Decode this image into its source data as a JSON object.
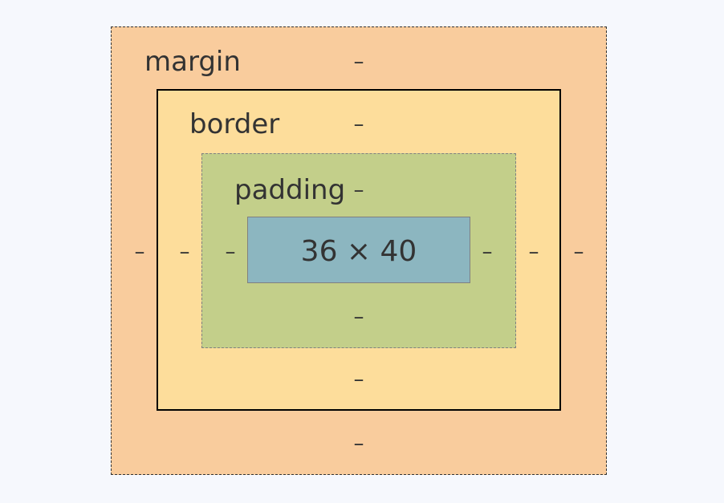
{
  "box_model": {
    "margin": {
      "label": "margin",
      "top": "–",
      "right": "–",
      "bottom": "–",
      "left": "–"
    },
    "border": {
      "label": "border",
      "top": "–",
      "right": "–",
      "bottom": "–",
      "left": "–"
    },
    "padding": {
      "label": "padding",
      "top": "–",
      "right": "–",
      "bottom": "–",
      "left": "–"
    },
    "content": {
      "size": "36 × 40"
    }
  },
  "colors": {
    "background": "#f6f8fd",
    "margin": "#f9cc9d",
    "border": "#fddd9b",
    "padding": "#c3cf8a",
    "content": "#8cb6c0"
  }
}
